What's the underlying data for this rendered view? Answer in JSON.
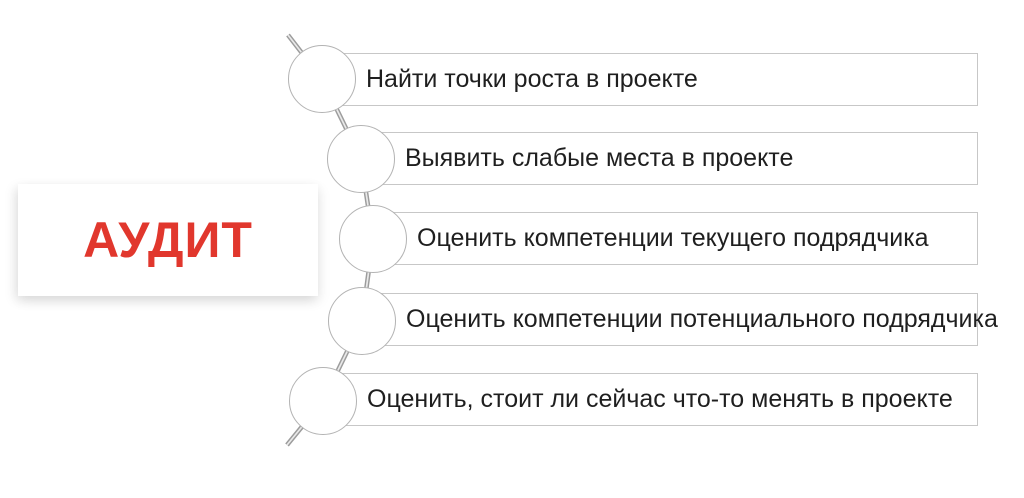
{
  "diagram": {
    "title": {
      "label": "АУДИТ"
    },
    "items": [
      {
        "label": "Найти точки роста в проекте"
      },
      {
        "label": "Выявить слабые места в проекте"
      },
      {
        "label": "Оценить компетенции текущего подрядчика"
      },
      {
        "label": "Оценить компетенции потенциального подрядчика"
      },
      {
        "label": "Оценить, стоит ли сейчас что-то менять в проекте"
      }
    ],
    "colors": {
      "title_red": "#e1372d",
      "bar_border": "#c7c7c7",
      "circle_border": "#b3b3b3",
      "connector_outer": "#9c9c9c",
      "connector_inner": "#e9e9e9",
      "text": "#1f1f1f",
      "background": "#ffffff"
    }
  }
}
